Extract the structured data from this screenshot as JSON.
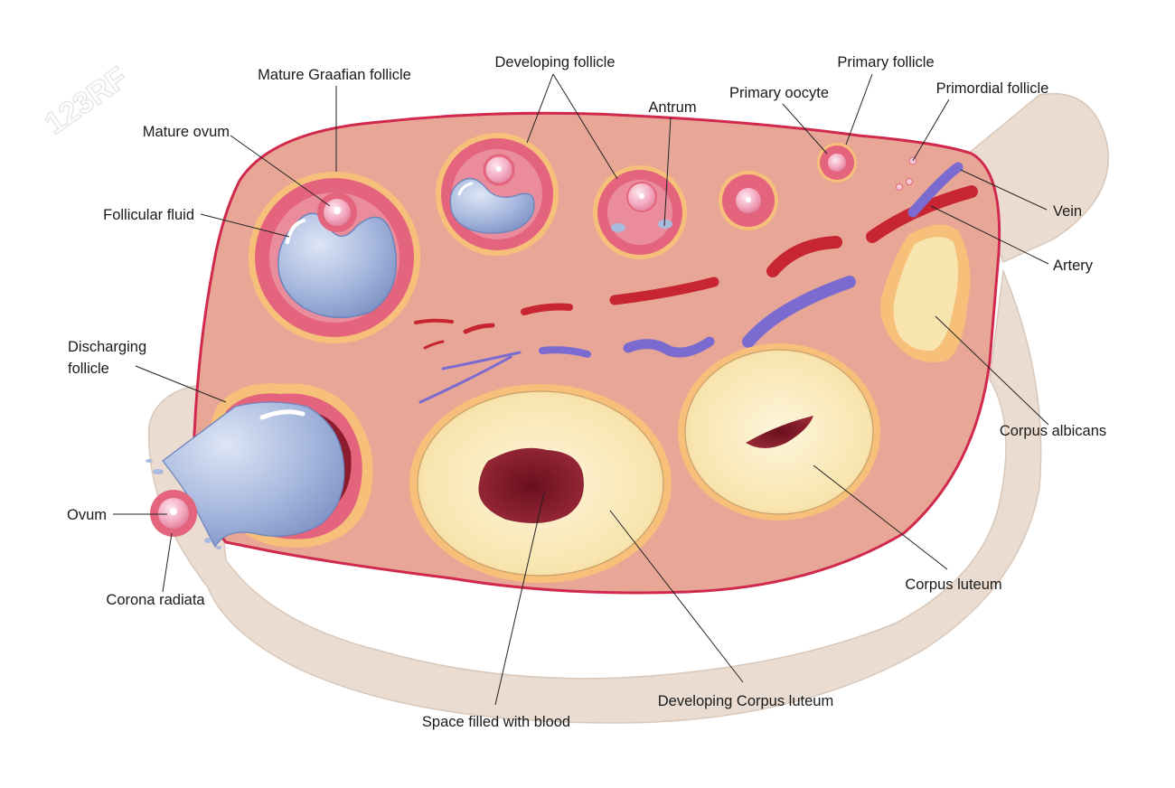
{
  "labels": {
    "mature_graafian_follicle": "Mature Graafian follicle",
    "developing_follicle": "Developing follicle",
    "primary_follicle": "Primary follicle",
    "primary_oocyte": "Primary oocyte",
    "primordial_follicle": "Primordial follicle",
    "antrum": "Antrum",
    "mature_ovum": "Mature ovum",
    "follicular_fluid": "Follicular fluid",
    "discharging_follicle_1": "Discharging",
    "discharging_follicle_2": "follicle",
    "ovum": "Ovum",
    "corona_radiata": "Corona radiata",
    "vein": "Vein",
    "artery": "Artery",
    "corpus_albicans": "Corpus albicans",
    "corpus_luteum": "Corpus luteum",
    "developing_corpus_luteum": "Developing Corpus luteum",
    "space_filled_with_blood": "Space filled with blood"
  },
  "watermark": {
    "text": "123RF"
  },
  "colors": {
    "stroma": "#e8a796",
    "capsule": "#d0294d",
    "follicle_ring": "#e4647e",
    "theca": "#f3b27a",
    "fluid": "#a7b8dc",
    "ovum": "#f6b4c6",
    "luteum": "#f8e6b2",
    "blood": "#7a1525",
    "artery": "#c72532",
    "vein": "#7b6bd0",
    "outer_tissue": "#eadcd0"
  }
}
